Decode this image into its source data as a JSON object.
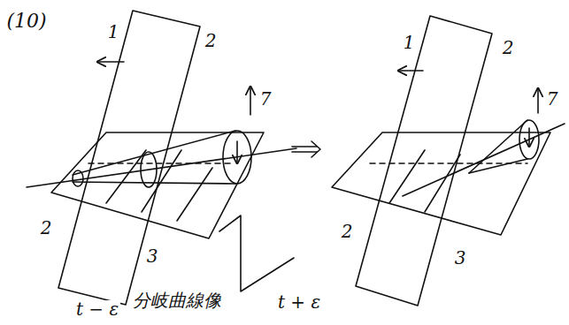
{
  "diagram": {
    "labels": [
      "(10)",
      "1",
      "2",
      "7",
      "2",
      "3",
      "t − ε",
      "分岐曲線像",
      "t + ε",
      "1",
      "2",
      "7",
      "2",
      "3"
    ]
  }
}
